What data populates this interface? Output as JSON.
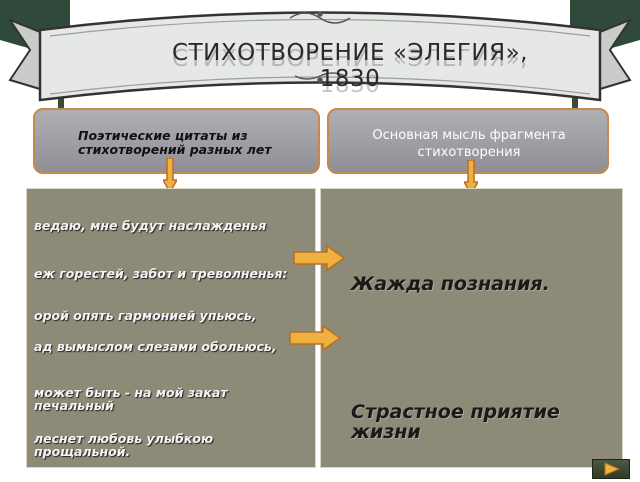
{
  "banner": {
    "title": "СТИХОТВОРЕНИЕ «ЭЛЕГИЯ», 1830"
  },
  "headers": {
    "left": "Поэтические цитаты из стихотворений разных лет",
    "right": "Основная мысль  фрагмента стихотворения"
  },
  "quotes": [
    " ведаю, мне будут наслажденья",
    "еж горестей, забот и треволненья:",
    "орой опять гармонией упьюсь,",
    "ад вымыслом слезами обольюсь,",
    " может быть - на мой закат печальный",
    "леснет любовь улыбкою прощальной."
  ],
  "ideas": [
    "Жажда познания.",
    "Страстное приятие жизни"
  ],
  "colors": {
    "panel": "#8e8a78",
    "header_border": "#c8884a",
    "arrow_fill": "#f0b040",
    "arrow_stroke": "#b87020"
  },
  "icons": {
    "down_arrow": "down-arrow-icon",
    "right_arrow": "right-arrow-icon",
    "next": "play-icon"
  }
}
